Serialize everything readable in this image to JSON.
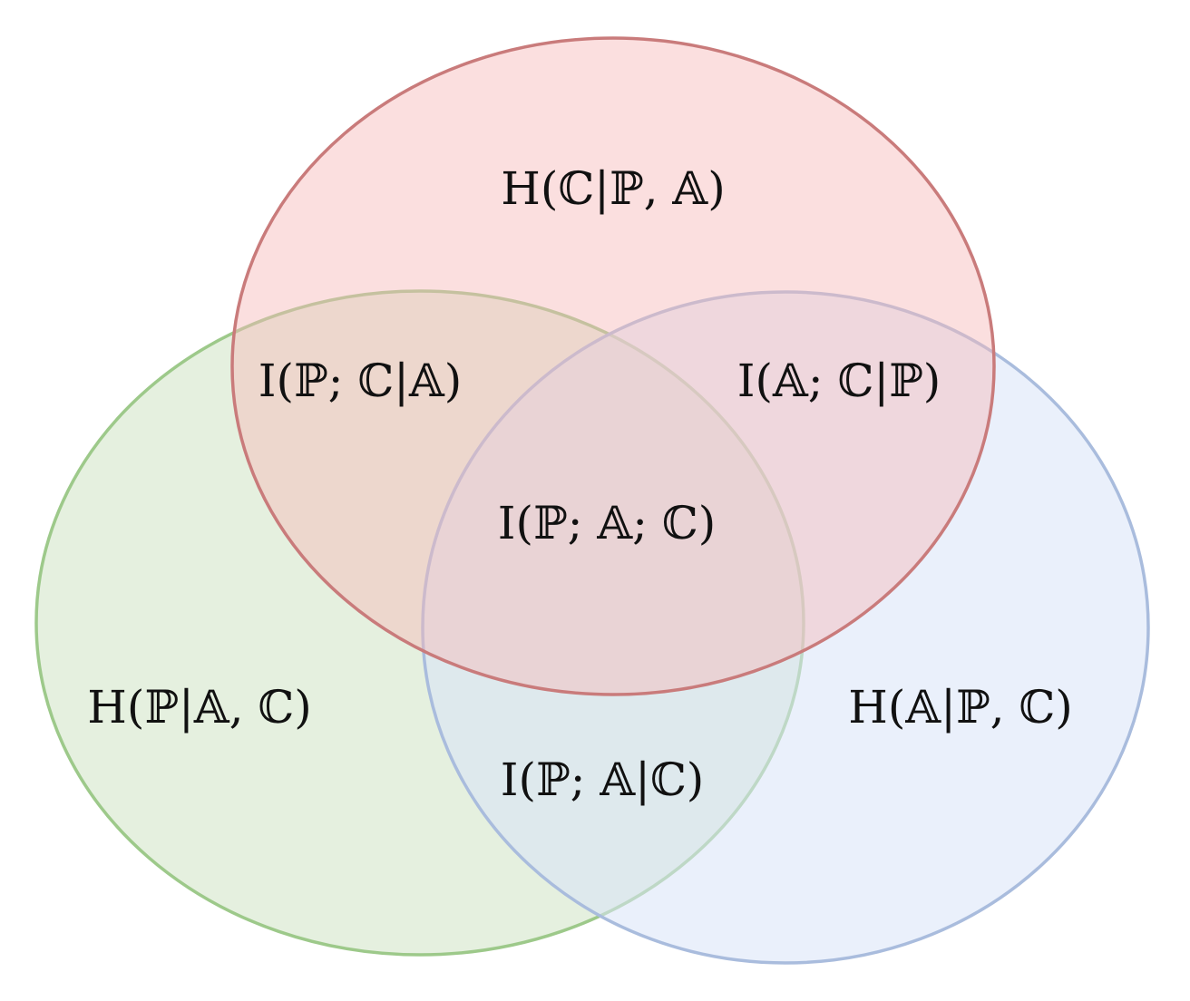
{
  "diagram": {
    "sets": [
      {
        "id": "top",
        "color": "#c97b7b",
        "fill": "#f6b8b8"
      },
      {
        "id": "left",
        "color": "#9dc98a",
        "fill": "#cfe3c5"
      },
      {
        "id": "right",
        "color": "#a9bcdd",
        "fill": "#d8e4f7"
      }
    ],
    "labels": {
      "h_c_given_pa": "H(ℂ|ℙ, 𝔸)",
      "i_p_c_given_a": "I(ℙ; ℂ|𝔸)",
      "i_a_c_given_p": "I(𝔸; ℂ|ℙ)",
      "i_p_a_c": "I(ℙ; 𝔸; ℂ)",
      "h_p_given_ac": "H(ℙ|𝔸, ℂ)",
      "h_a_given_pc": "H(𝔸|ℙ, ℂ)",
      "i_p_a_given_c": "I(ℙ; 𝔸|ℂ)"
    }
  }
}
